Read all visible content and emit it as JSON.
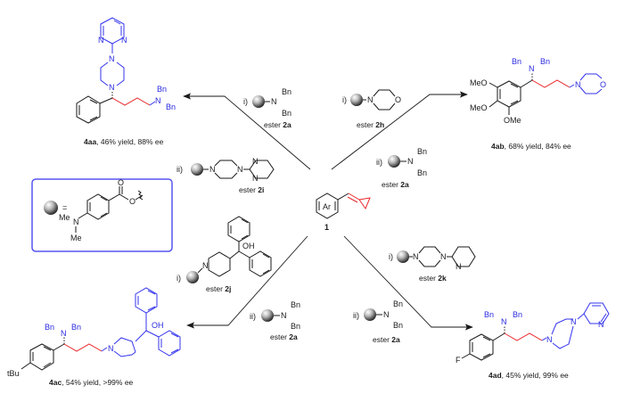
{
  "figure": {
    "center": {
      "label": "1",
      "ring_label": "Ar"
    },
    "legend_box": {
      "equals": "=",
      "me_top": "Me",
      "me_bottom": "Me",
      "n": "N",
      "o_carbonyl": "O",
      "o_ester": "O"
    },
    "conditions": {
      "step_i": "i)",
      "step_ii": "ii)",
      "ester_word": "ester",
      "ester_2a": "2a",
      "ester_2h": "2h",
      "ester_2i": "2i",
      "ester_2j": "2j",
      "ester_2k": "2k",
      "bn": "Bn",
      "n": "N",
      "o": "O",
      "oh": "OH"
    },
    "products": [
      {
        "id": "4aa",
        "rest": ", 46% yield, 88% ee"
      },
      {
        "id": "4ab",
        "rest": ", 68% yield, 84% ee",
        "ome": "OMe",
        "meo": "MeO"
      },
      {
        "id": "4ac",
        "rest": ", 54% yield, >99% ee",
        "tbu": "tBu"
      },
      {
        "id": "4ad",
        "rest": ", 45% yield, 99% ee",
        "f": "F"
      }
    ],
    "colors": {
      "new_bonds": "#e8282a",
      "amine_fragments": "#3333ee",
      "box_border": "#5555ee"
    }
  }
}
